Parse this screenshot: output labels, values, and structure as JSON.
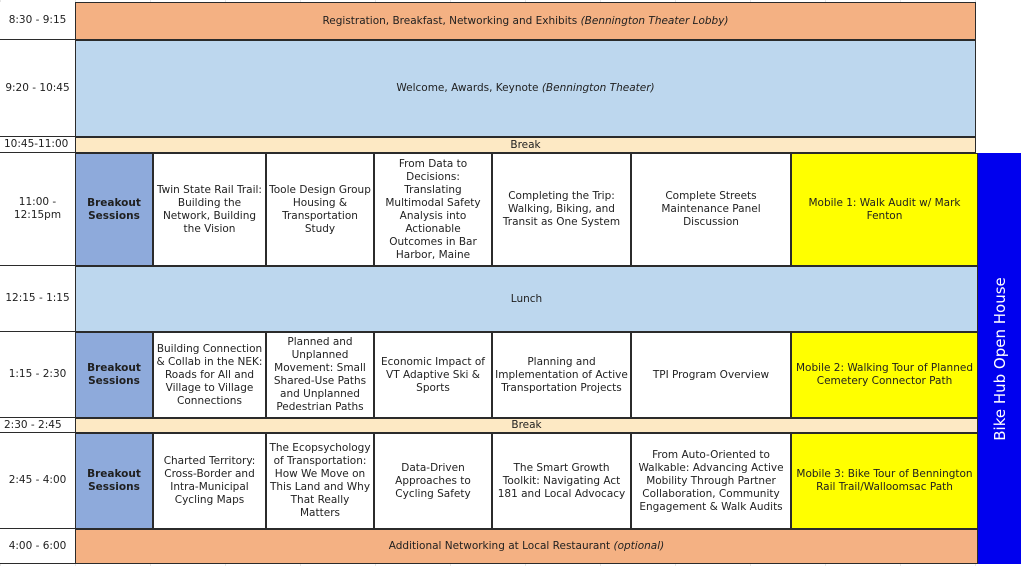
{
  "times": {
    "t1": "8:30 - 9:15",
    "t2": "9:20 - 10:45",
    "t3": "10:45-11:00",
    "t4": "11:00 -\n12:15pm",
    "t5": "12:15 - 1:15",
    "t6": "1:15 - 2:30",
    "t7": "2:30 - 2:45",
    "t8": "2:45 - 4:00",
    "t9": "4:00 - 6:00"
  },
  "rows": {
    "registration": "Registration, Breakfast, Networking and Exhibits",
    "registration_loc": "(Bennington Theater Lobby)",
    "welcome": "Welcome, Awards, Keynote",
    "welcome_loc": "(Bennington Theater)",
    "break1": "Break",
    "lunch": "Lunch",
    "break2": "Break",
    "networking": "Additional Networking at Local Restaurant",
    "networking_note": "(optional)"
  },
  "breakout_label": "Breakout Sessions",
  "session1": [
    "Twin State Rail Trail: Building the Network, Building the Vision",
    "Toole Design Group Housing & Transportation Study",
    "From Data to Decisions: Translating Multimodal Safety Analysis into Actionable Outcomes in Bar Harbor, Maine",
    "Completing the Trip: Walking, Biking, and Transit as One System",
    "Complete Streets Maintenance Panel Discussion",
    "Mobile 1: Walk Audit w/ Mark Fenton"
  ],
  "session2": [
    "Building Connection & Collab in the NEK: Roads for All and Village to Village Connections",
    "Planned and Unplanned Movement: Small Shared-Use Paths and Unplanned Pedestrian Paths",
    "Economic Impact of VT Adaptive Ski & Sports",
    "Planning and Implementation of Active Transportation Projects",
    "TPI Program Overview",
    "Mobile 2: Walking Tour of Planned Cemetery Connector Path"
  ],
  "session3": [
    "Charted Territory: Cross-Border and Intra-Municipal Cycling Maps",
    "The Ecopsychology of Transportation: How We Move on This Land and Why That Really Matters",
    "Data-Driven Approaches to Cycling Safety",
    "The Smart Growth Toolkit: Navigating Act 181 and Local Advocacy",
    "From Auto-Oriented to Walkable: Advancing Active Mobility Through Partner Collaboration, Community Engagement & Walk Audits",
    "Mobile 3: Bike Tour of Bennington Rail Trail/Walloomsac Path"
  ],
  "bike_hub": "Bike Hub Open House",
  "colors": {
    "orange": "#f4b183",
    "blue": "#bdd7ee",
    "break": "#fde9c4",
    "breakout": "#8eaadb",
    "mobile": "#ffff00",
    "bike_hub": "#0000ee"
  }
}
